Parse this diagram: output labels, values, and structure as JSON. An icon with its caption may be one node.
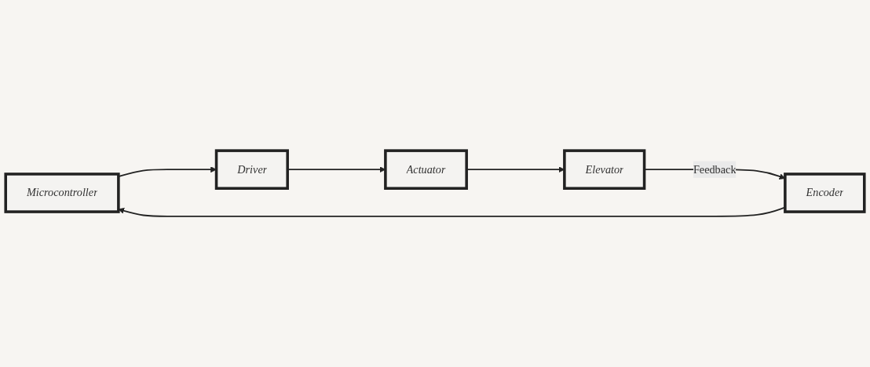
{
  "diagram": {
    "nodes": [
      {
        "text": [
          "Microcontroller"
        ]
      },
      {
        "text": [
          "Driver"
        ]
      },
      {
        "text": [
          "Actuator"
        ]
      },
      {
        "text": [
          "Elevator"
        ]
      },
      {
        "text": [
          "Encoder"
        ]
      }
    ],
    "edges": [
      {
        "from": 0,
        "to": 1,
        "arrow": "to"
      },
      {
        "from": 1,
        "to": 2,
        "arrow": "to"
      },
      {
        "from": 2,
        "to": 3,
        "arrow": "to"
      },
      {
        "from": 3,
        "to": 4,
        "arrow": "to",
        "label": "Feedback"
      },
      {
        "from": 4,
        "to": 0,
        "arrow": "to"
      }
    ]
  }
}
